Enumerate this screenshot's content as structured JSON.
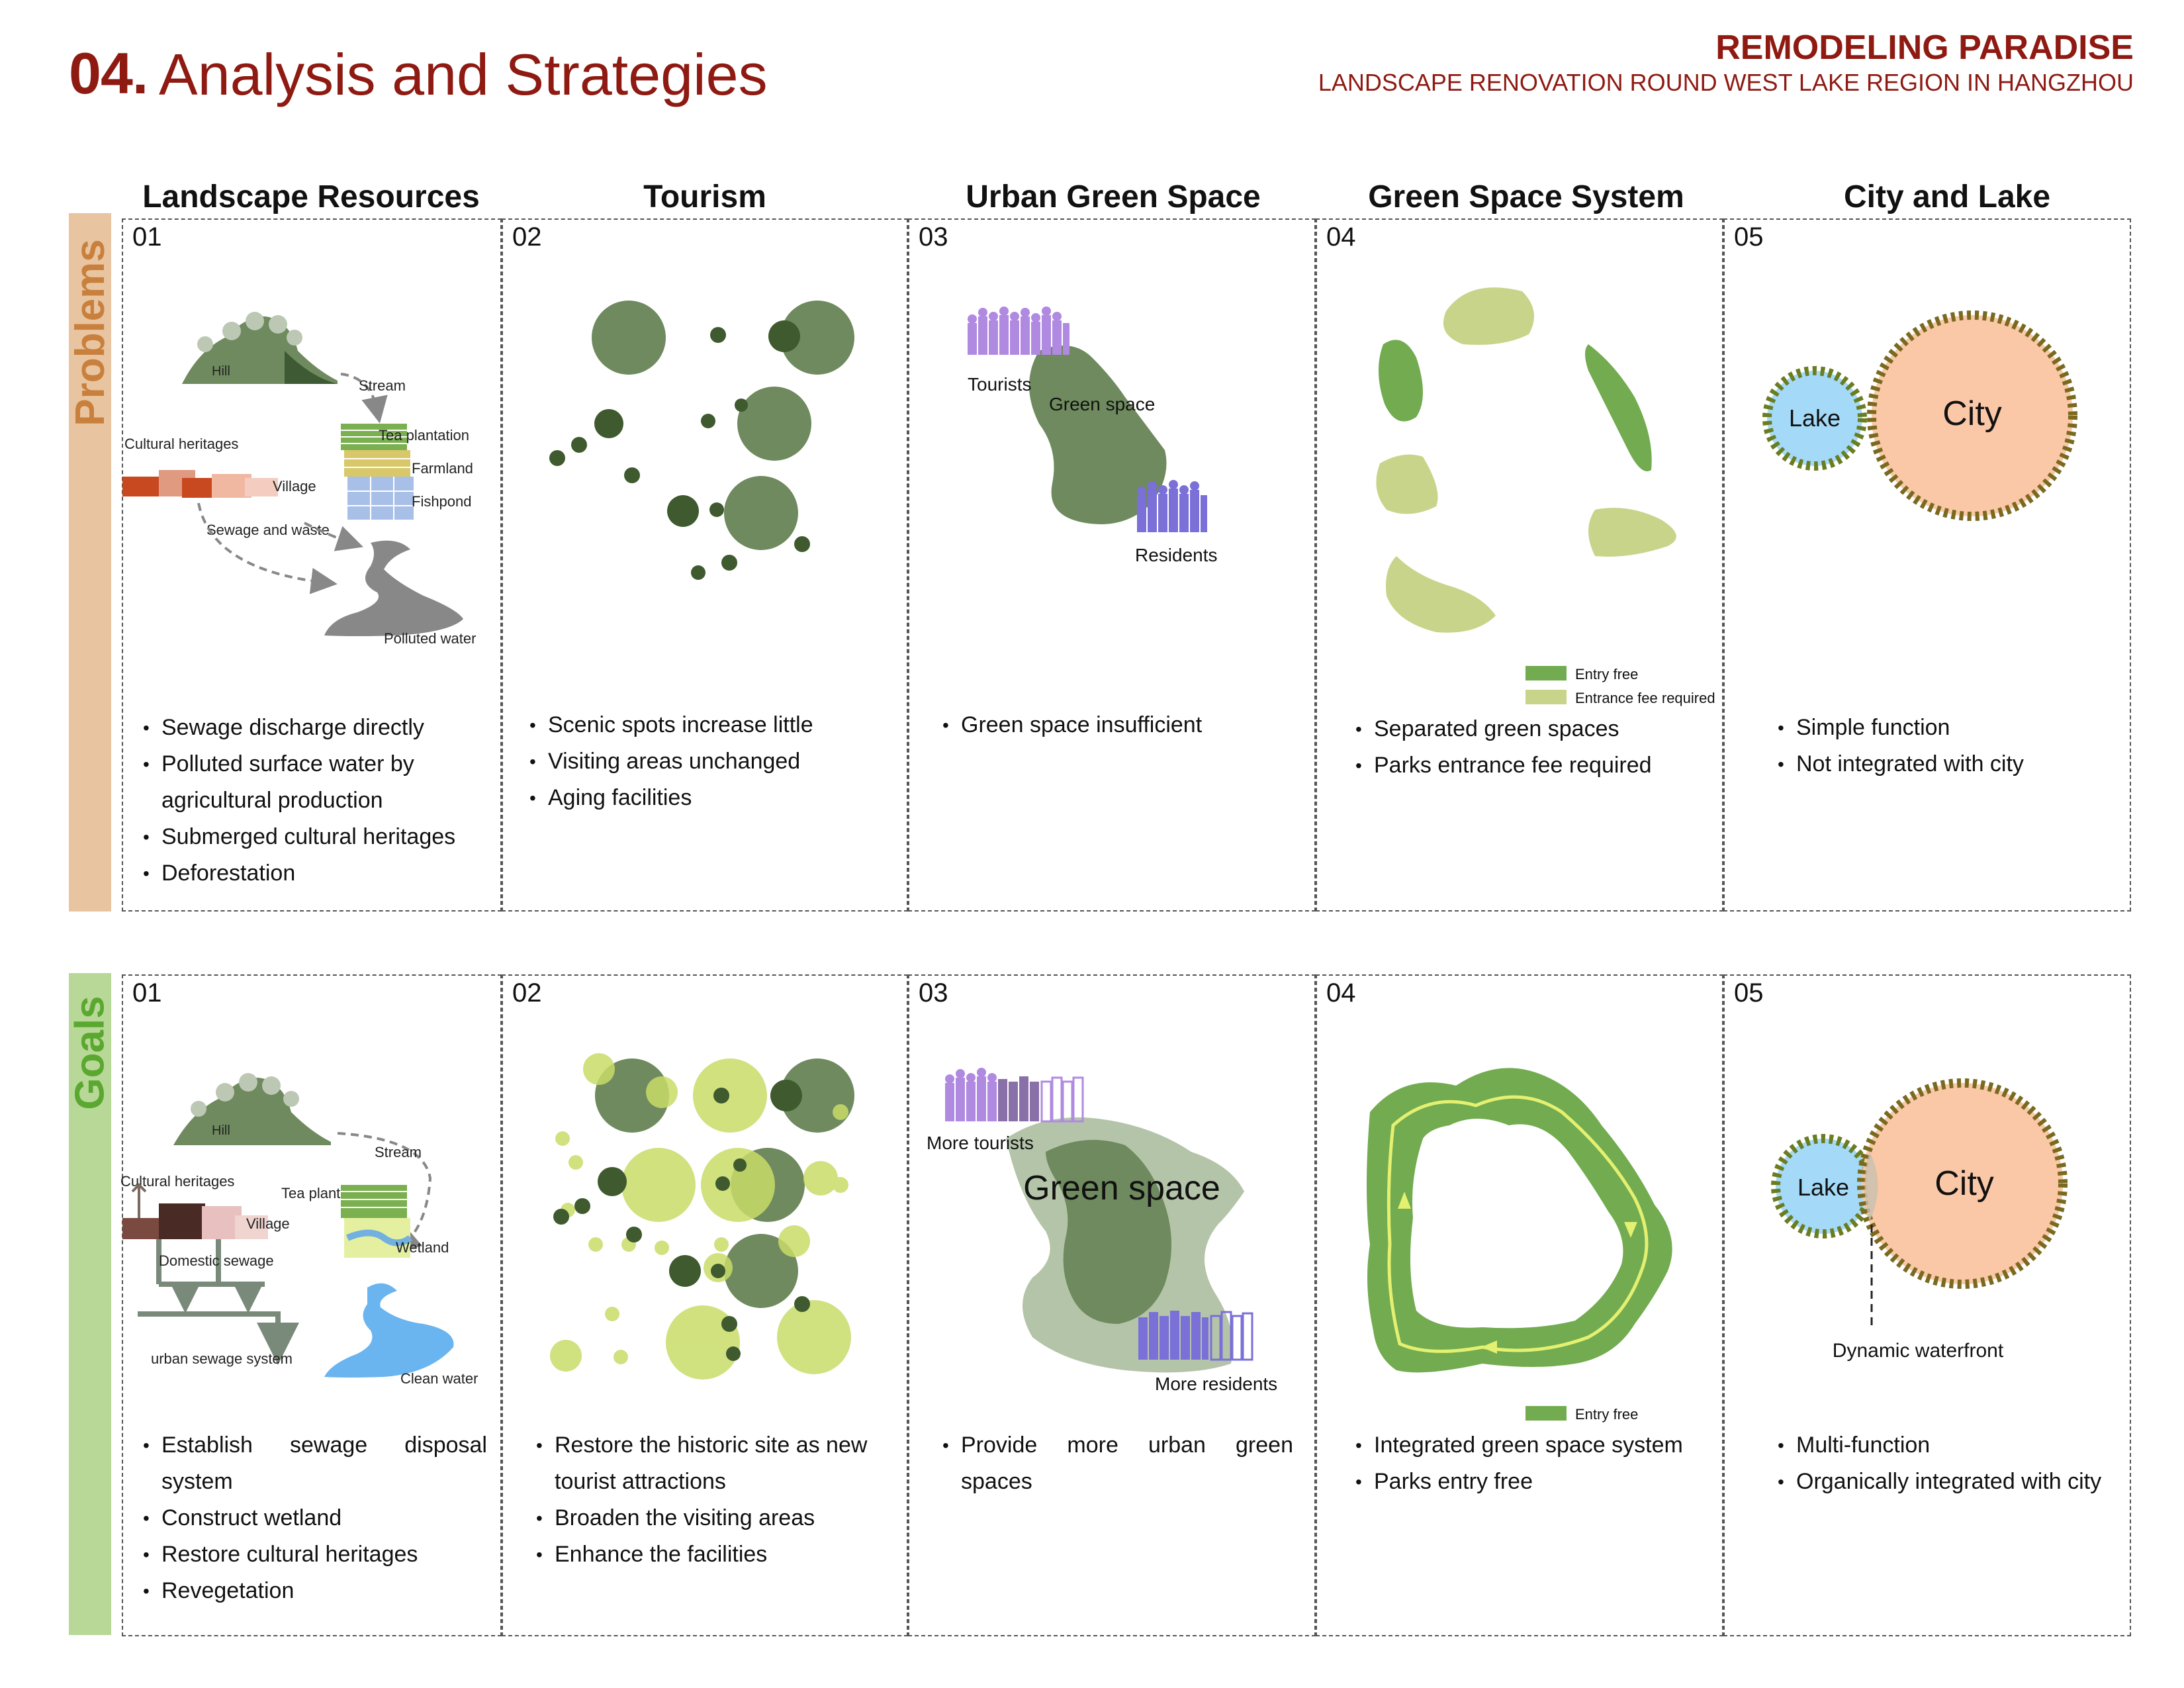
{
  "header": {
    "number": "04.",
    "title": "Analysis and Strategies",
    "project_title": "REMODELING PARADISE",
    "project_subtitle": "LANDSCAPE RENOVATION ROUND WEST LAKE REGION IN HANGZHOU"
  },
  "columns": [
    "Landscape Resources",
    "Tourism",
    "Urban Green Space",
    "Green Space System",
    "City and Lake"
  ],
  "rows": {
    "problems": {
      "label": "Problems",
      "color": "#e8c4a0",
      "text_color": "#c8803c",
      "panels": [
        {
          "num": "01",
          "bullets": [
            "Sewage discharge directly",
            "Polluted surface water by agricultural production",
            "Submerged cultural heritages",
            "Deforestation"
          ]
        },
        {
          "num": "02",
          "bullets": [
            "Scenic spots increase little",
            "Visiting areas unchanged",
            "Aging facilities"
          ]
        },
        {
          "num": "03",
          "bullets": [
            "Green space insufficient"
          ]
        },
        {
          "num": "04",
          "bullets": [
            "Separated green spaces",
            "Parks entrance fee required"
          ]
        },
        {
          "num": "05",
          "bullets": [
            "Simple function",
            "Not integrated with city"
          ]
        }
      ]
    },
    "goals": {
      "label": "Goals",
      "color": "#b8d898",
      "text_color": "#5aa830",
      "panels": [
        {
          "num": "01",
          "bullets": [
            "Establish sewage disposal system",
            "Construct wetland",
            "Restore cultural heritages",
            "Revegetation"
          ]
        },
        {
          "num": "02",
          "bullets": [
            "Restore the historic site as new tourist attractions",
            "Broaden the visiting areas",
            "Enhance the facilities"
          ]
        },
        {
          "num": "03",
          "bullets": [
            "Provide more urban green spaces"
          ]
        },
        {
          "num": "04",
          "bullets": [
            "Integrated green space system",
            "Parks entry free"
          ]
        },
        {
          "num": "05",
          "bullets": [
            "Multi-function",
            "Organically integrated with city"
          ]
        }
      ]
    }
  },
  "diagram_labels": {
    "p1": {
      "hill": "Hill",
      "stream": "Stream",
      "tea": "Tea plantation",
      "farmland": "Farmland",
      "fishpond": "Fishpond",
      "heritage": "Cultural heritages",
      "village": "Village",
      "sewage": "Sewage and waste",
      "polluted": "Polluted water"
    },
    "g1": {
      "hill": "Hill",
      "stream": "Stream",
      "heritage": "Cultural heritages",
      "tea": "Tea plantation",
      "village": "Village",
      "wetland": "Wetland",
      "domestic": "Domestic sewage",
      "system": "urban sewage system",
      "clean": "Clean water"
    },
    "p3": {
      "tourists": "Tourists",
      "green": "Green space",
      "residents": "Residents"
    },
    "g3": {
      "tourists": "More tourists",
      "green": "Green space",
      "residents": "More residents"
    },
    "p4": {
      "free": "Entry free",
      "fee": "Entrance fee required"
    },
    "g4": {
      "free": "Entry free"
    },
    "p5": {
      "lake": "Lake",
      "city": "City"
    },
    "g5": {
      "lake": "Lake",
      "city": "City",
      "waterfront": "Dynamic waterfront"
    }
  },
  "colors": {
    "title": "#8e1a12",
    "dark_green": "#6e8a5e",
    "lime": "#c8dc68",
    "grass": "#72ab50",
    "lake": "#a4daf8",
    "city": "#fac8a6",
    "purple": "#b08ae0",
    "blue_purple": "#7a70d8"
  }
}
